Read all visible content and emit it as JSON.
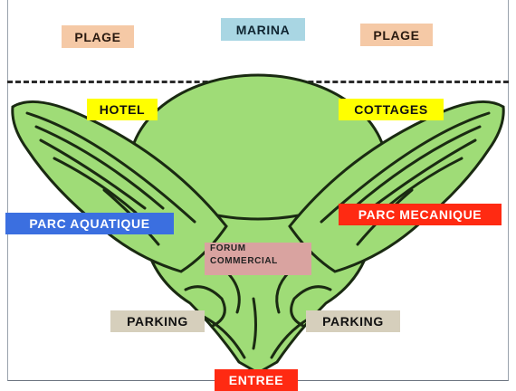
{
  "zones": {
    "plage_left": "PLAGE",
    "marina": "MARINA",
    "plage_right": "PLAGE",
    "hotel": "HOTEL",
    "cottages": "COTTAGES",
    "parc_aquatique": "PARC AQUATIQUE",
    "parc_mecanique": "PARC MECANIQUE",
    "forum_line1": "FORUM",
    "forum_line2": "COMMERCIAL",
    "parking_left": "PARKING",
    "parking_right": "PARKING",
    "entree": "ENTREE"
  },
  "colors": {
    "plage": "#f5c9a6",
    "marina": "#a9d6e3",
    "hotel": "#ffff00",
    "cottages": "#ffff00",
    "parc_aquatique": "#3b6fe0",
    "parc_mecanique": "#ff2a12",
    "forum": "#d9a3a0",
    "parking": "#d6cfbc",
    "entree": "#ff2a12",
    "site_fill": "#9fdc77",
    "outline": "#1a2a12"
  }
}
